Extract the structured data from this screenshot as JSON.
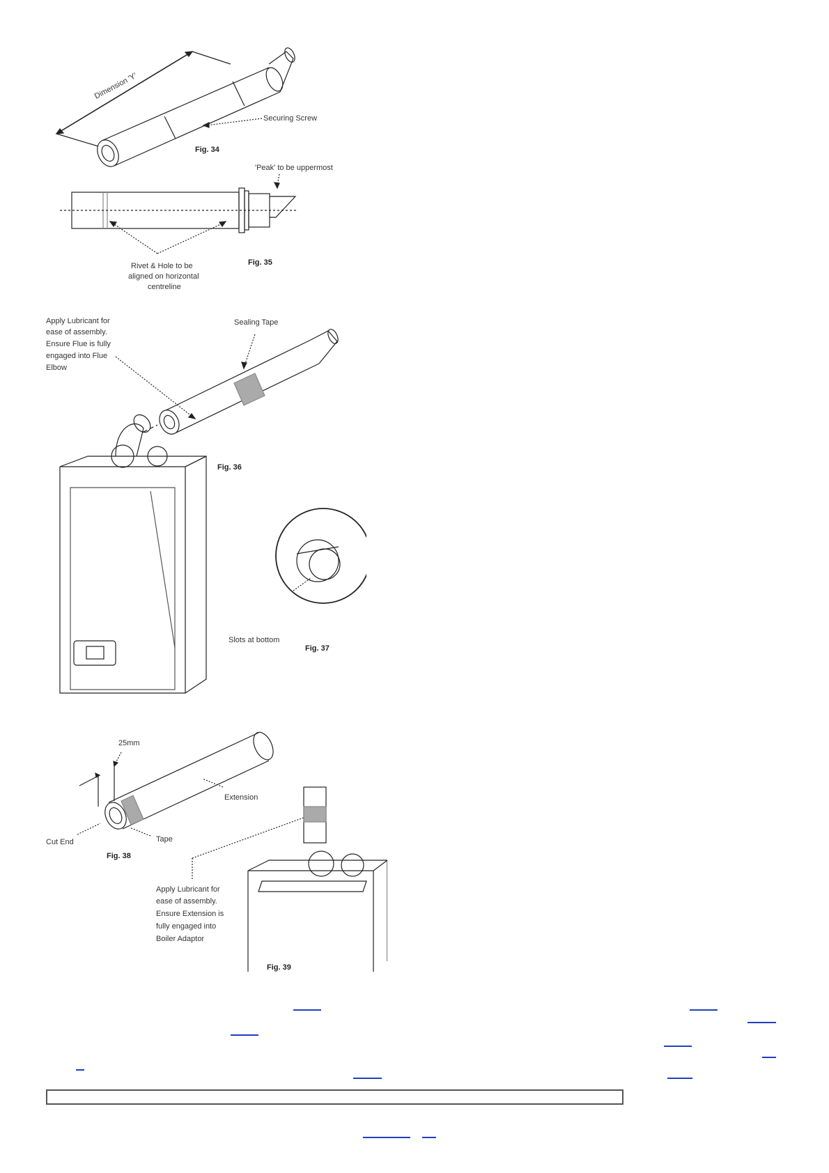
{
  "fig34": {
    "dimension_label": "Dimension 'Y'",
    "screw_label": "Securing Screw",
    "fig_label": "Fig. 34"
  },
  "fig35": {
    "peak_label": "'Peak' to be uppermost",
    "rivet_line1": "Rivet & Hole to be",
    "rivet_line2": "aligned on horizontal",
    "rivet_line3": "centreline",
    "fig_label": "Fig. 35"
  },
  "fig36": {
    "lubricant_line1": "Apply Lubricant for",
    "lubricant_line2": "ease of assembly.",
    "lubricant_line3": "Ensure Flue is fully",
    "lubricant_line4": "engaged into Flue",
    "lubricant_line5": "Elbow",
    "sealing_label": "Sealing Tape",
    "fig_label": "Fig. 36"
  },
  "fig37": {
    "slots_label": "Slots at bottom",
    "fig_label": "Fig. 37"
  },
  "fig38": {
    "mm_label": "25mm",
    "extension_label": "Extension",
    "cut_label": "Cut End",
    "tape_label": "Tape",
    "fig_label": "Fig. 38"
  },
  "fig39": {
    "lubricant_line1": "Apply Lubricant for",
    "lubricant_line2": "ease of assembly.",
    "lubricant_line3": "Ensure Extension is",
    "lubricant_line4": "fully engaged into",
    "lubricant_line5": "Boiler Adaptor",
    "fig_label": "Fig. 39"
  },
  "colors": {
    "link": "#1f3fbf",
    "line": "#222222"
  }
}
